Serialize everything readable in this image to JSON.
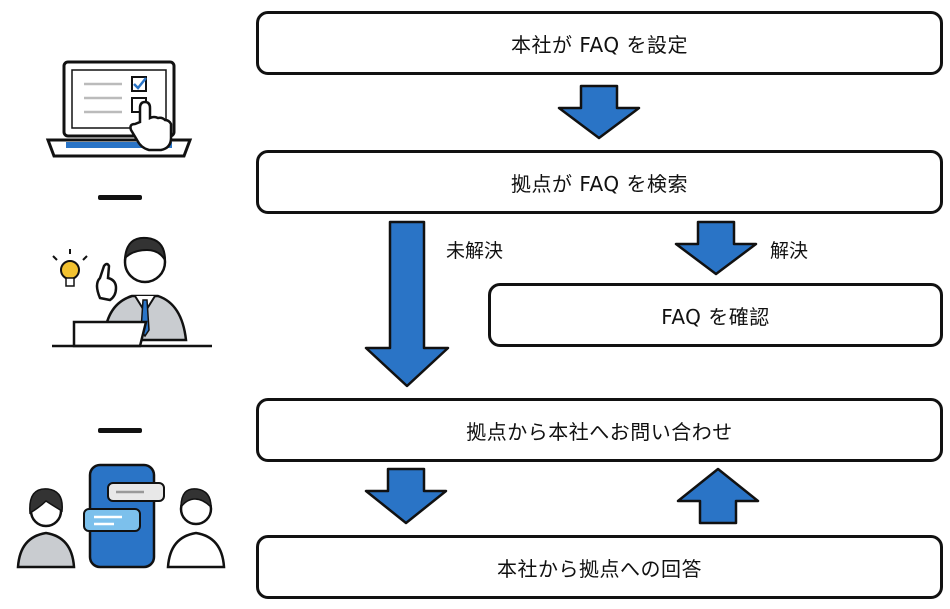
{
  "steps": {
    "set_faq": "本社が FAQ を設定",
    "search_faq": "拠点が FAQ を検索",
    "confirm_faq": "FAQ を確認",
    "inquiry": "拠点から本社へお問い合わせ",
    "answer": "本社から拠点への回答"
  },
  "branches": {
    "unresolved": "未解決",
    "resolved": "解決"
  },
  "colors": {
    "arrow_fill": "#2a74c6",
    "arrow_stroke": "#111111",
    "box_border": "#111111"
  },
  "icons": [
    "laptop-checklist-icon",
    "office-worker-idea-icon",
    "chat-support-icon"
  ]
}
